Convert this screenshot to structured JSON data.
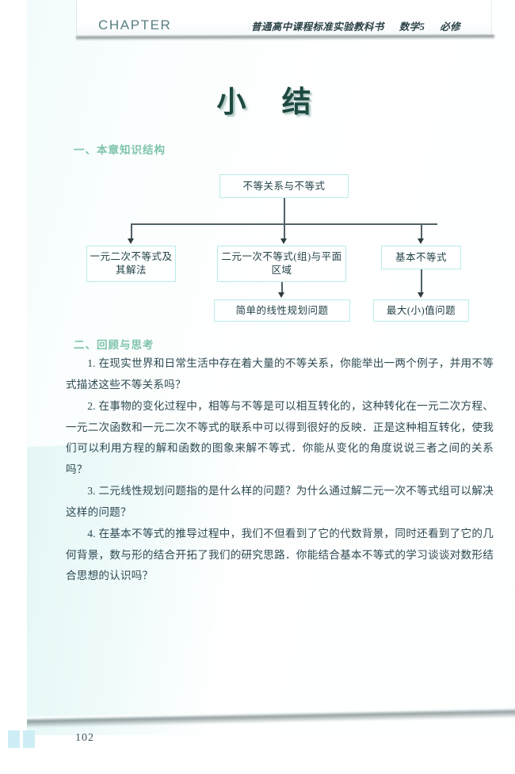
{
  "header": {
    "chapter_label": "CHAPTER",
    "series_title": "普通高中课程标准实验教科书",
    "subject": "数学5",
    "volume": "必修"
  },
  "title": "小 结",
  "sections": [
    {
      "heading": "一、本章知识结构"
    },
    {
      "heading": "二、回顾与思考"
    }
  ],
  "flowchart": {
    "root": "不等关系与不等式",
    "quadratic": "一元二次不等式及其解法",
    "linear_region": "二元一次不等式(组)与平面区域",
    "basic_inequality": "基本不等式",
    "linear_programming": "简单的线性规划问题",
    "max_min": "最大(小)值问题",
    "border_color": "#b8ece9",
    "connector_color": "#4f6166"
  },
  "questions": [
    "1. 在现实世界和日常生活中存在着大量的不等关系，你能举出一两个例子，并用不等式描述这些不等关系吗？",
    "2. 在事物的变化过程中，相等与不等是可以相互转化的，这种转化在一元二次方程、一元二次函数和一元二次不等式的联系中可以得到很好的反映．正是这种相互转化，使我们可以利用方程的解和函数的图象来解不等式．你能从变化的角度说说三者之间的关系吗？",
    "3. 二元线性规划问题指的是什么样的问题？为什么通过解二元一次不等式组可以解决这样的问题？",
    "4. 在基本不等式的推导过程中，我们不但看到了它的代数背景，同时还看到了它的几何背景，数与形的结合开拓了我们的研究思路．你能结合基本不等式的学习谈谈对数形结合思想的认识吗？"
  ],
  "footer": {
    "page_number": "102",
    "bar_color": "#cdeef4"
  },
  "colors": {
    "title_green": "#1d4a40",
    "heading_green": "#7fc4ab",
    "body_text": "#2d4a52"
  }
}
